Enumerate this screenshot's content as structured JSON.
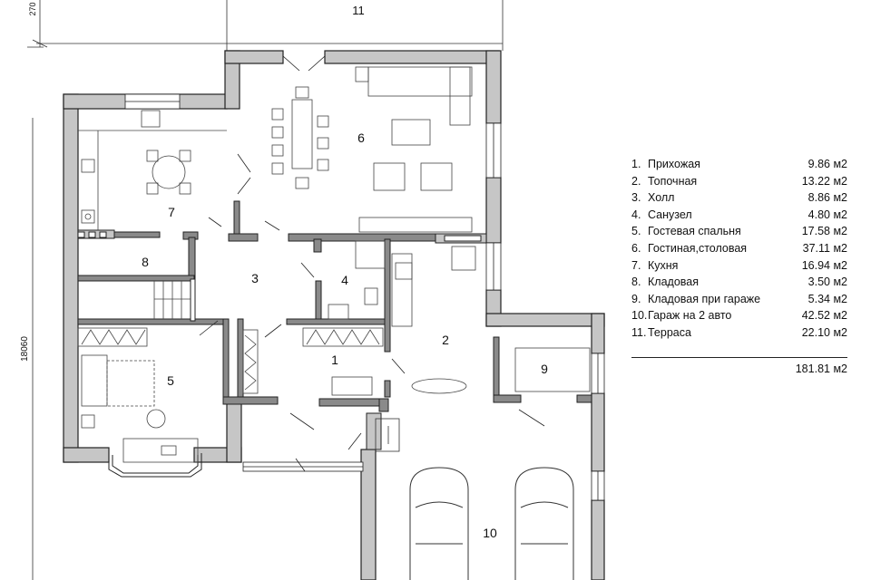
{
  "dimensions": {
    "top": "11",
    "top_corner": "270",
    "left": "18060"
  },
  "room_labels": [
    {
      "id": "1",
      "text": "1"
    },
    {
      "id": "2",
      "text": "2"
    },
    {
      "id": "3",
      "text": "3"
    },
    {
      "id": "4",
      "text": "4"
    },
    {
      "id": "5",
      "text": "5"
    },
    {
      "id": "6",
      "text": "6"
    },
    {
      "id": "7",
      "text": "7"
    },
    {
      "id": "8",
      "text": "8"
    },
    {
      "id": "9",
      "text": "9"
    },
    {
      "id": "10",
      "text": "10"
    }
  ],
  "legend": {
    "items": [
      {
        "num": "1.",
        "name": "Прихожая",
        "area": "9.86 м2"
      },
      {
        "num": "2.",
        "name": "Топочная",
        "area": "13.22 м2"
      },
      {
        "num": "3.",
        "name": "Холл",
        "area": "8.86 м2"
      },
      {
        "num": "4.",
        "name": "Санузел",
        "area": "4.80 м2"
      },
      {
        "num": "5.",
        "name": "Гостевая спальня",
        "area": "17.58 м2"
      },
      {
        "num": "6.",
        "name": "Гостиная,столовая",
        "area": "37.11 м2"
      },
      {
        "num": "7.",
        "name": "Кухня",
        "area": "16.94 м2"
      },
      {
        "num": "8.",
        "name": "Кладовая",
        "area": "3.50 м2"
      },
      {
        "num": "9.",
        "name": "Кладовая при гараже",
        "area": "5.34 м2"
      },
      {
        "num": "10.",
        "name": "Гараж на 2 авто",
        "area": "42.52 м2"
      },
      {
        "num": "11.",
        "name": "Терраса",
        "area": "22.10 м2"
      }
    ],
    "total": "181.81 м2"
  }
}
